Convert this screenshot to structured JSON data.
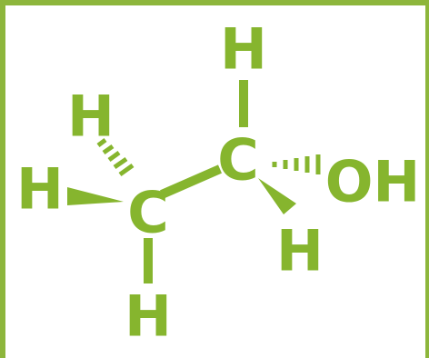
{
  "molecule": {
    "atoms": {
      "h_top_right": "H",
      "h_top_left": "H",
      "h_left": "H",
      "c_left": "C",
      "c_right": "C",
      "oh": "OH",
      "h_bottom_right": "H",
      "h_bottom_left": "H"
    }
  },
  "colors": {
    "structure": "#86B52E",
    "border": "#8DB63C",
    "background": "#ffffff"
  }
}
